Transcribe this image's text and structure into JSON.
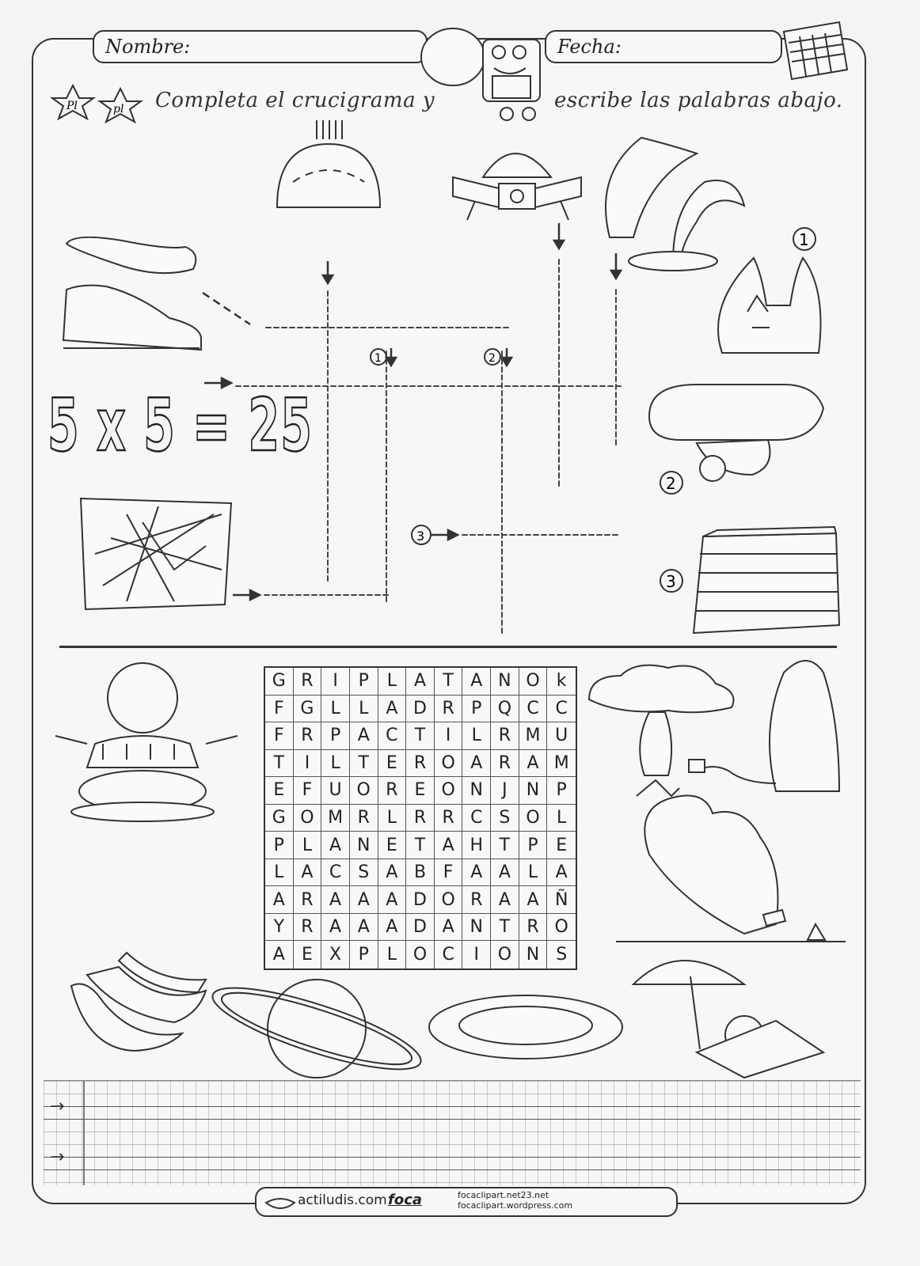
{
  "header": {
    "name_label": "Nombre:",
    "date_label": "Fecha:",
    "instruction_left": "Completa el crucigrama y",
    "instruction_right": "escribe las palabras abajo.",
    "badge_left": "Pl",
    "badge_right": "pl"
  },
  "crossword": {
    "clue_numbers": [
      "1",
      "2",
      "3"
    ],
    "math_expression": "5 x 5 = 25"
  },
  "wordsearch": {
    "rows": [
      [
        "G",
        "R",
        "I",
        "P",
        "L",
        "A",
        "T",
        "A",
        "N",
        "O",
        "k"
      ],
      [
        "F",
        "G",
        "L",
        "L",
        "A",
        "D",
        "R",
        "P",
        "Q",
        "C",
        "C"
      ],
      [
        "F",
        "R",
        "P",
        "A",
        "C",
        "T",
        "I",
        "L",
        "R",
        "M",
        "U"
      ],
      [
        "T",
        "I",
        "L",
        "T",
        "E",
        "R",
        "O",
        "A",
        "R",
        "A",
        "M"
      ],
      [
        "E",
        "F",
        "U",
        "O",
        "R",
        "E",
        "O",
        "N",
        "J",
        "N",
        "P"
      ],
      [
        "G",
        "O",
        "M",
        "R",
        "L",
        "R",
        "R",
        "C",
        "S",
        "O",
        "L"
      ],
      [
        "P",
        "L",
        "A",
        "N",
        "E",
        "T",
        "A",
        "H",
        "T",
        "P",
        "E"
      ],
      [
        "L",
        "A",
        "C",
        "S",
        "A",
        "B",
        "F",
        "A",
        "A",
        "L",
        "A"
      ],
      [
        "A",
        "R",
        "A",
        "A",
        "A",
        "D",
        "O",
        "R",
        "A",
        "A",
        "Ñ"
      ],
      [
        "Y",
        "R",
        "A",
        "A",
        "A",
        "D",
        "A",
        "N",
        "T",
        "R",
        "O"
      ],
      [
        "A",
        "E",
        "X",
        "P",
        "L",
        "O",
        "C",
        "I",
        "O",
        "N",
        "S"
      ]
    ]
  },
  "footer": {
    "brand": "actiludis.com",
    "foca": "foca",
    "url1": "focaclipart.net23.net",
    "url2": "focaclipart.wordpress.com"
  },
  "writing": {
    "arrow": "→"
  }
}
